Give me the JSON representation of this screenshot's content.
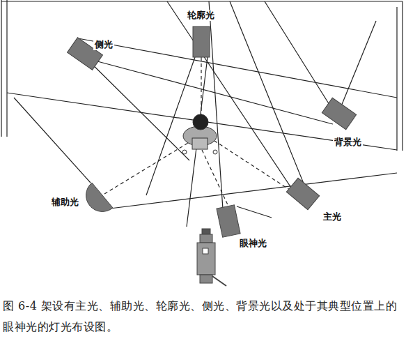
{
  "diagram": {
    "caption": "图 6-4 架设有主光、辅助光、轮廓光、侧光、背景光以及处于其典型位置上的眼神光的灯光布设图。",
    "labels": [
      "轮廓光",
      "侧光",
      "背景光",
      "辅助光",
      "主光",
      "眼神光"
    ]
  }
}
